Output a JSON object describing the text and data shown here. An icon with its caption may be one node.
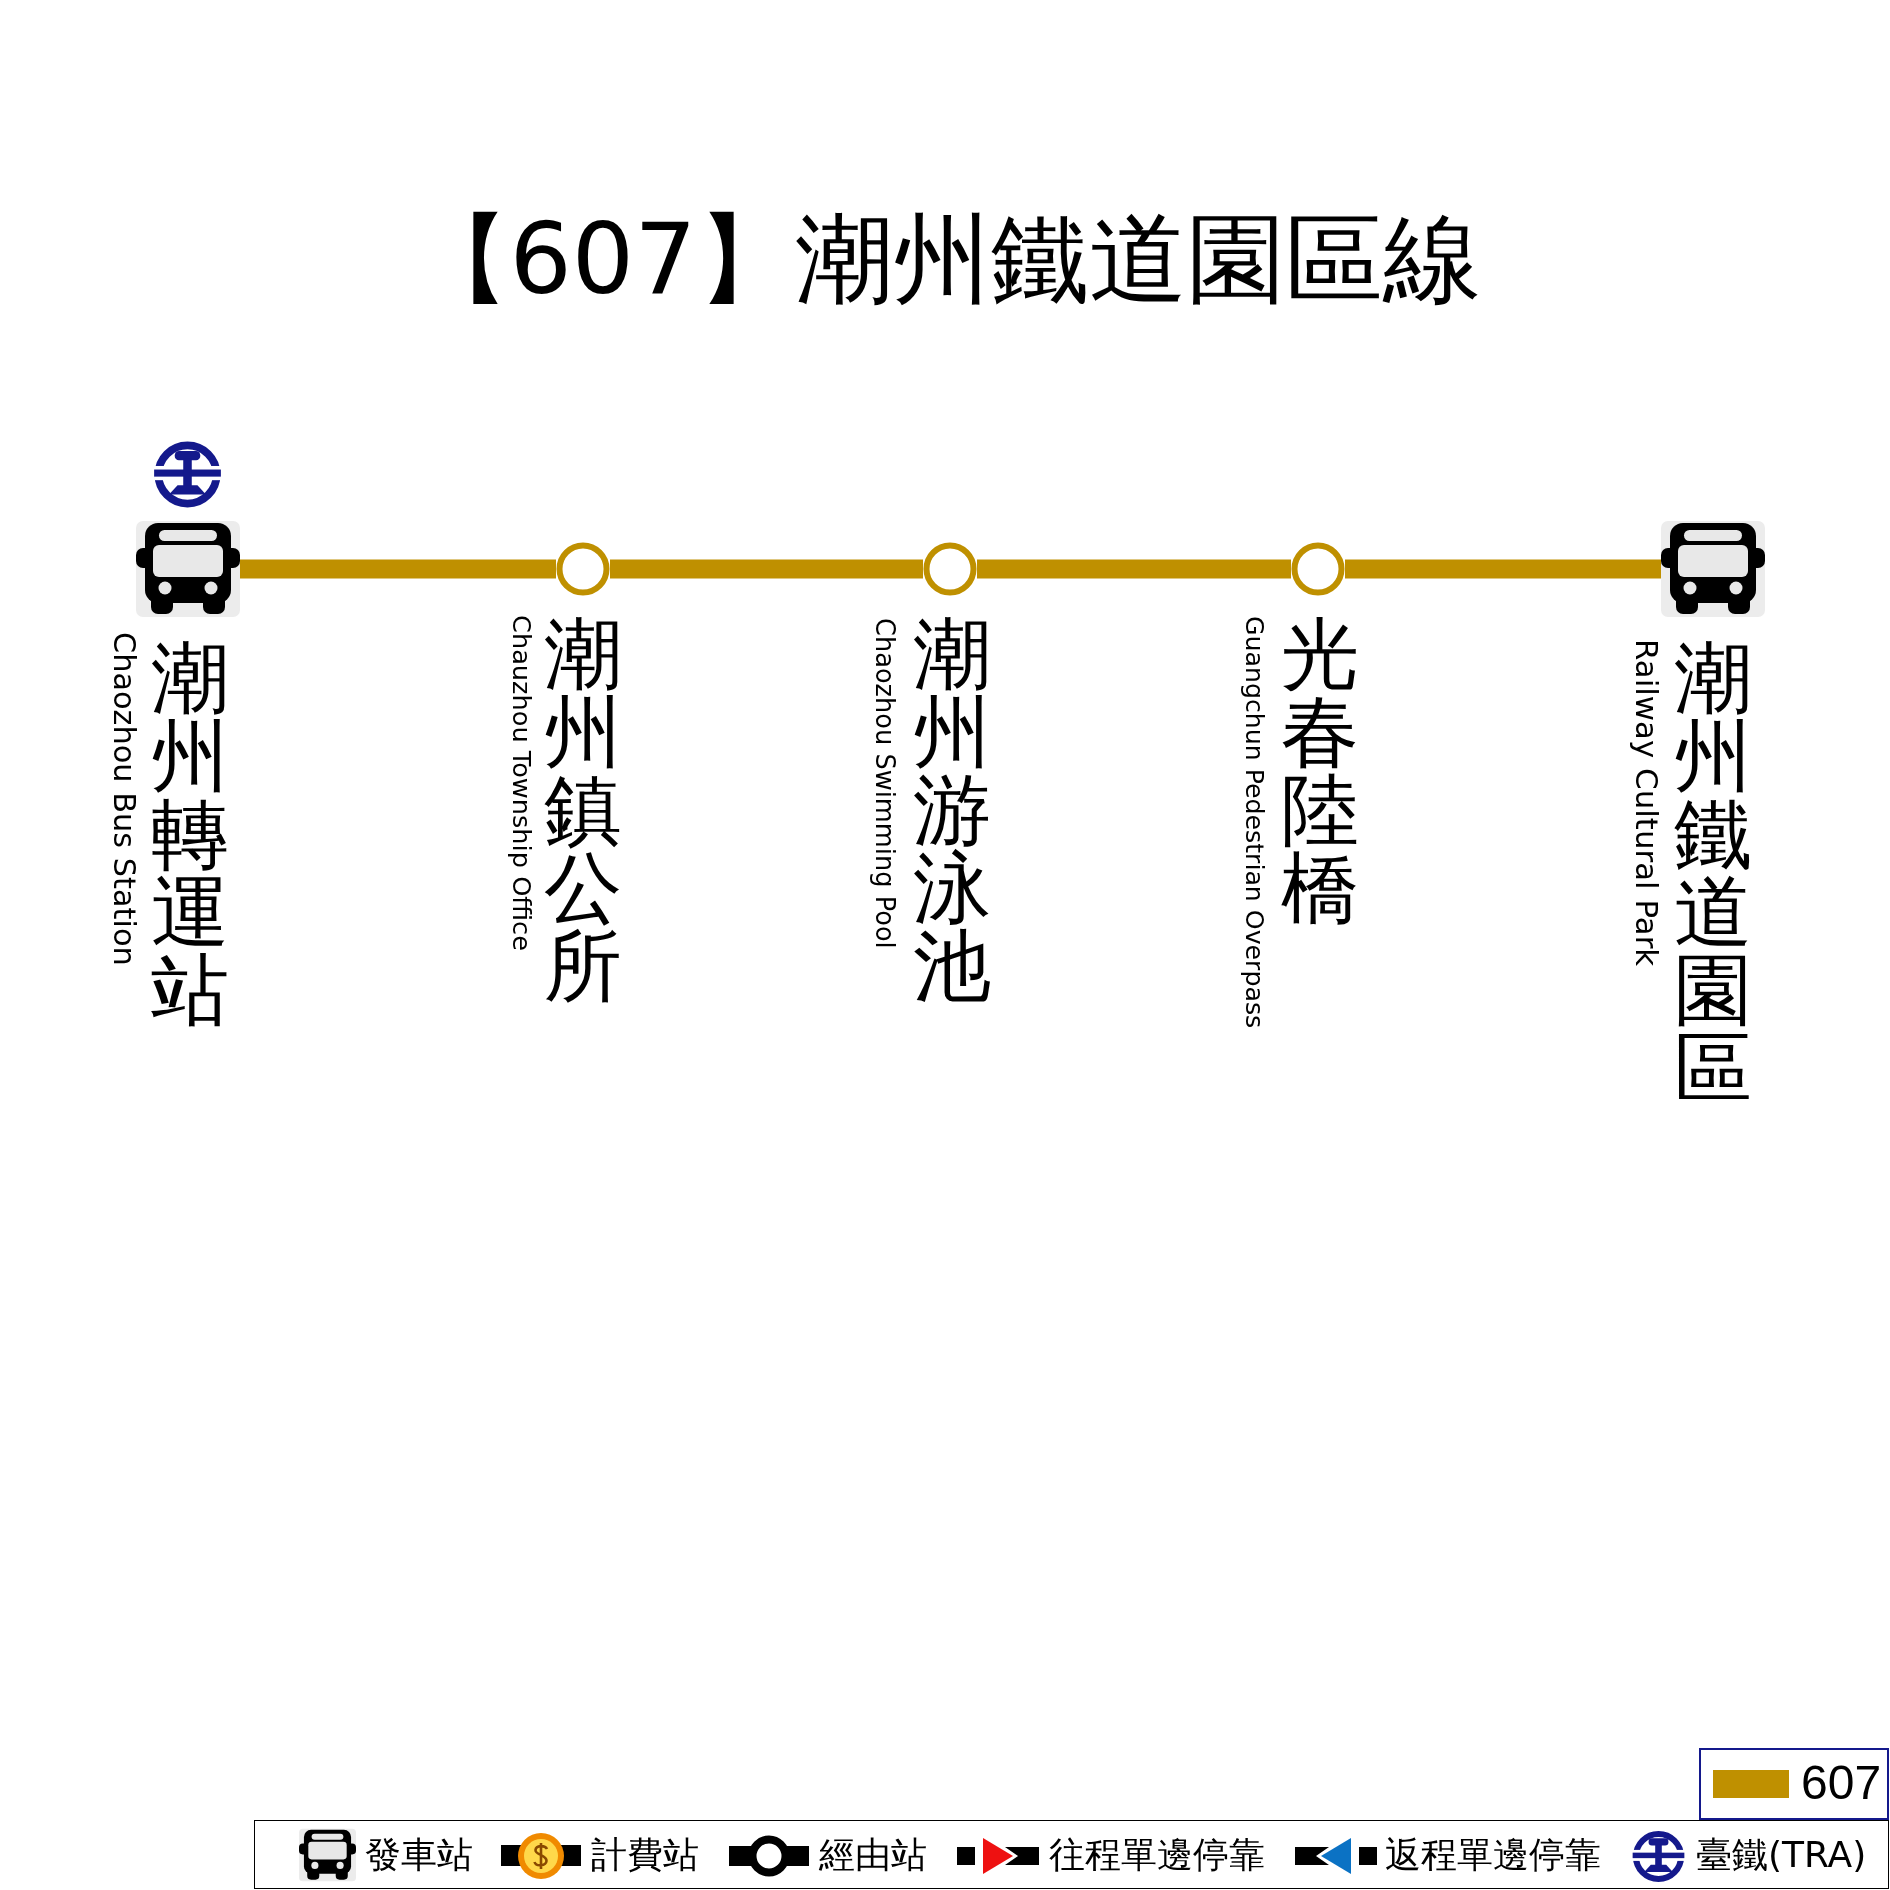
{
  "diagram": {
    "title": "【607】潮州鐵道園區線",
    "nodes": [
      {
        "text": [],
        "shape": "picture",
        "beside": [
          "潮州轉運站",
          "Chaozhou Bus Station"
        ]
      },
      {
        "text": [],
        "shape": "circle",
        "beside": [
          "潮州鎮公所",
          "Chauzhou Township Office"
        ]
      },
      {
        "text": [],
        "shape": "circle",
        "beside": [
          "潮州游泳池",
          "Chaozhou Swimming Pool"
        ]
      },
      {
        "text": [],
        "shape": "circle",
        "beside": [
          "光春陸橋",
          "Guangchun Pedestrian Overpass"
        ]
      },
      {
        "text": [],
        "shape": "picture",
        "beside": [
          "潮州鐵道園區",
          "Railway Cultural Park"
        ]
      }
    ],
    "edges": [
      {
        "from": 0,
        "to": 1,
        "arrow": "none"
      },
      {
        "from": 1,
        "to": 2,
        "arrow": "none"
      },
      {
        "from": 2,
        "to": 3,
        "arrow": "none"
      },
      {
        "from": 3,
        "to": 4,
        "arrow": "none"
      }
    ],
    "legend": [
      {
        "text": "607",
        "color": "#bf9000"
      },
      {
        "text": "發車站"
      },
      {
        "text": "計費站"
      },
      {
        "text": "經由站"
      },
      {
        "text": "往程單邊停靠"
      },
      {
        "text": "返程單邊停靠"
      },
      {
        "text": "臺鐵(TRA)"
      }
    ]
  }
}
